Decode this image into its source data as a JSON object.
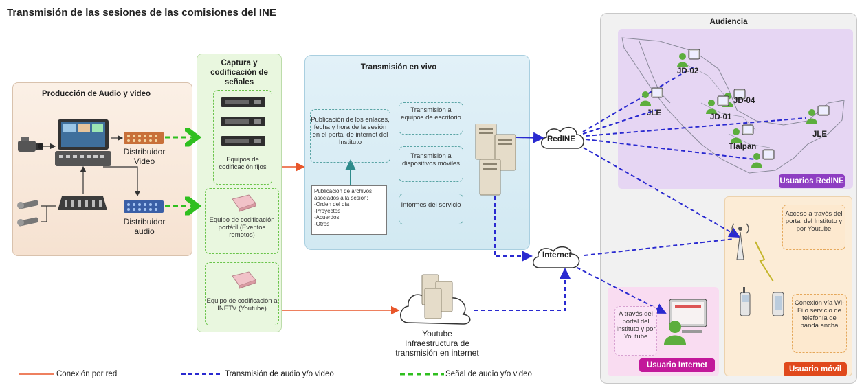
{
  "title": "Transmisión de las sesiones de las comisiones del INE",
  "produccion": {
    "title": "Producción de Audio y video",
    "distribuidor_video": "Distribuidor Video",
    "distribuidor_audio": "Distribuidor audio"
  },
  "captura": {
    "title": "Captura y codificación de señales",
    "fijos": "Equipos de codificación fijos",
    "portatil": "Equipo de codificación portátil (Eventos remotos)",
    "inetv": "Equipo de codificación a INETV (Youtube)"
  },
  "transmision": {
    "title": "Transmisión en vivo",
    "publicacion": "Publicación de los enlaces, fecha y hora de la sesión en el portal de internet del Instituto",
    "archivos_intro": "Publicación de archivos asociados a la sesión:",
    "archivos": [
      "-Orden del día",
      "-Proyectos",
      "-Acuerdos",
      "-Otros"
    ],
    "escritorio": "Transmisión a equipos de escritorio",
    "moviles": "Transmisión a dispositivos móviles",
    "informes": "Informes del servicio"
  },
  "clouds": {
    "redine": "RedINE",
    "internet": "Internet",
    "youtube": "Youtube Infraestructura de transmisión en internet"
  },
  "audiencia": {
    "title": "Audiencia",
    "nodes": [
      "JD-02",
      "JLE",
      "JD-04",
      "JD-01",
      "JLE",
      "Tlalpan"
    ],
    "usuarios_redine": "Usuarios RedINE",
    "acceso": "Acceso a través del portal del Instituto y por Youtube",
    "conexion": "Conexión vía Wi-Fi o servicio de telefonía de banda ancha",
    "usuario_movil": "Usuario móvil",
    "usuario_internet_text": "A través del portal del Instituto y por Youtube",
    "usuario_internet": "Usuario Internet"
  },
  "legend": {
    "red": "Conexión por red",
    "blue": "Transmisión de audio y/o video",
    "green": "Señal de audio y/o video"
  },
  "colors": {
    "red": "#e8562a",
    "blue": "#2a2ad0",
    "green": "#2fbf1f",
    "teal": "#2e8b8b",
    "purple": "#8e3ec2",
    "magenta": "#c2189a",
    "orange_red": "#e0491c"
  }
}
